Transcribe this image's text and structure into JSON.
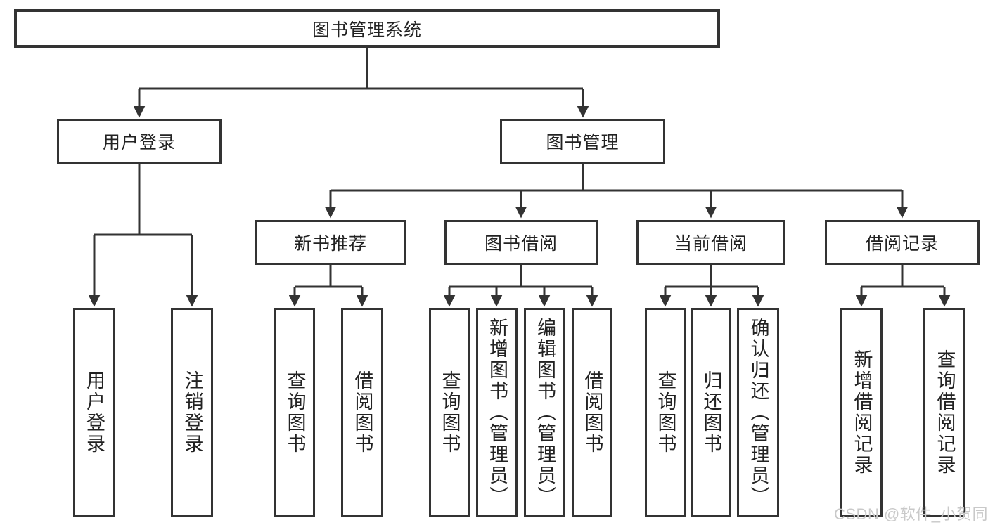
{
  "tree": {
    "label": "图书管理系统",
    "children": [
      {
        "label": "用户登录",
        "children": [
          {
            "label": "用户登录"
          },
          {
            "label": "注销登录"
          }
        ]
      },
      {
        "label": "图书管理",
        "children": [
          {
            "label": "新书推荐",
            "children": [
              {
                "label": "查询图书"
              },
              {
                "label": "借阅图书"
              }
            ]
          },
          {
            "label": "图书借阅",
            "children": [
              {
                "label": "查询图书"
              },
              {
                "label": "新增图书（管理员）"
              },
              {
                "label": "编辑图书（管理员）"
              },
              {
                "label": "借阅图书"
              }
            ]
          },
          {
            "label": "当前借阅",
            "children": [
              {
                "label": "查询图书"
              },
              {
                "label": "归还图书"
              },
              {
                "label": "确认归还（管理员）"
              }
            ]
          },
          {
            "label": "借阅记录",
            "children": [
              {
                "label": "新增借阅记录"
              },
              {
                "label": "查询借阅记录"
              }
            ]
          }
        ]
      }
    ]
  },
  "watermark": {
    "text": "CSDN @软件_小贺同学",
    "color": "#c9c9c9"
  },
  "colors": {
    "line": "#333333",
    "text": "#222222",
    "background": "#ffffff"
  }
}
